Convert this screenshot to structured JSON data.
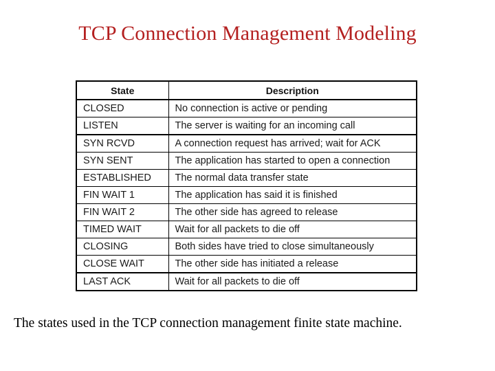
{
  "slide": {
    "title": "TCP Connection Management Modeling",
    "title_color": "#b42020",
    "caption": "The states used in the TCP connection management finite state machine.",
    "caption_color": "#000000",
    "background_color": "#ffffff"
  },
  "table": {
    "border_color": "#000000",
    "headers": {
      "state": "State",
      "description": "Description"
    },
    "rows": [
      {
        "state": "CLOSED",
        "description": "No connection is active or pending"
      },
      {
        "state": "LISTEN",
        "description": "The server is waiting for an incoming call"
      },
      {
        "state": "SYN RCVD",
        "description": "A connection request has arrived; wait for ACK"
      },
      {
        "state": "SYN SENT",
        "description": "The application has started to open a connection"
      },
      {
        "state": "ESTABLISHED",
        "description": "The normal data transfer state"
      },
      {
        "state": "FIN WAIT 1",
        "description": "The application has said it is finished"
      },
      {
        "state": "FIN WAIT 2",
        "description": "The other side has agreed to release"
      },
      {
        "state": "TIMED WAIT",
        "description": "Wait for all packets to die off"
      },
      {
        "state": "CLOSING",
        "description": "Both sides have tried to close simultaneously"
      },
      {
        "state": "CLOSE WAIT",
        "description": "The other side has initiated a release"
      },
      {
        "state": "LAST ACK",
        "description": "Wait for all packets to die off"
      }
    ]
  }
}
